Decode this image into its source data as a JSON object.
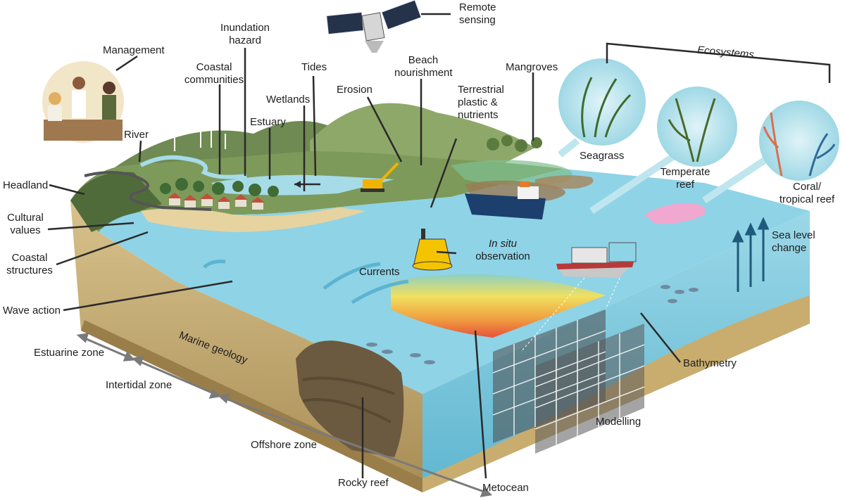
{
  "labels": {
    "remote_sensing": [
      "Remote",
      "sensing"
    ],
    "management": "Management",
    "inundation_hazard": [
      "Inundation",
      "hazard"
    ],
    "coastal_communities": [
      "Coastal",
      "communities"
    ],
    "tides": "Tides",
    "beach_nourishment": [
      "Beach",
      "nourishment"
    ],
    "mangroves": "Mangroves",
    "ecosystems": "Ecosystems",
    "wetlands": "Wetlands",
    "erosion": "Erosion",
    "terrestrial_plastic": [
      "Terrestrial",
      "plastic &",
      "nutrients"
    ],
    "estuary": "Estuary",
    "river": "River",
    "seagrass": "Seagrass",
    "temperate_reef": [
      "Temperate",
      "reef"
    ],
    "coral_reef": [
      "Coral/",
      "tropical reef"
    ],
    "headland": "Headland",
    "cultural_values": [
      "Cultural",
      "values"
    ],
    "coastal_structures": [
      "Coastal",
      "structures"
    ],
    "in_situ_italic": "In situ",
    "observation": "observation",
    "sea_level_change": [
      "Sea level",
      "change"
    ],
    "currents": "Currents",
    "wave_action": "Wave action",
    "marine_geology": "Marine geology",
    "bathymetry": "Bathymetry",
    "estuarine_zone": "Estuarine zone",
    "intertidal_zone": "Intertidal zone",
    "modelling": "Modelling",
    "offshore_zone": "Offshore zone",
    "rocky_reef": "Rocky reef",
    "metocean": "Metocean"
  },
  "colors": {
    "ocean_surface": "#8fd3e6",
    "ocean_side": "#6ec3da",
    "sediment": "#c9b07a",
    "land": "#6f8a52",
    "hill": "#8ea86a",
    "leader": "#2a2a2a",
    "eco_circle": "#bfe6ee",
    "metocean_warm": "#e8523a"
  }
}
